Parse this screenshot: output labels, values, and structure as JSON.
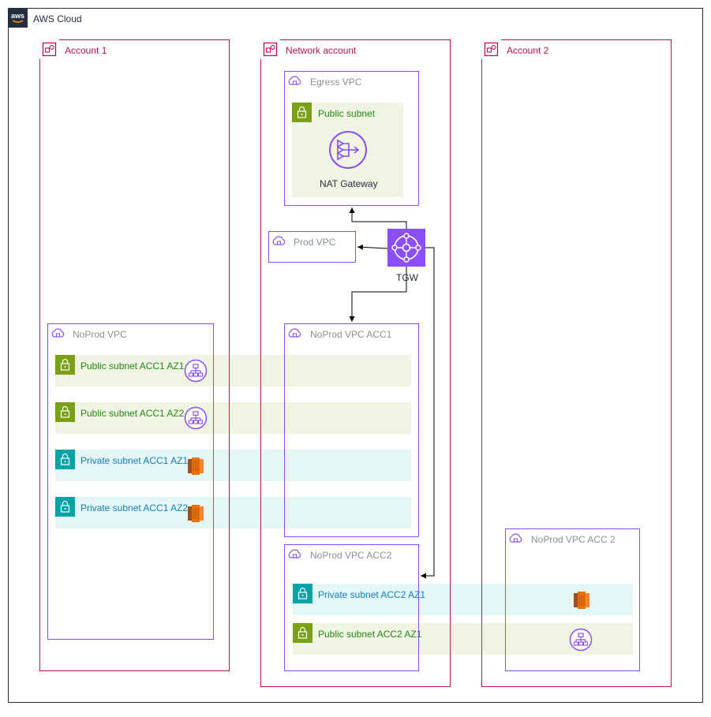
{
  "cloud": {
    "label": "AWS Cloud",
    "icon": "aws-logo-icon"
  },
  "accounts": {
    "account1": "Account 1",
    "network": "Network account",
    "account2": "Account 2"
  },
  "vpcs": {
    "egress": "Egress VPC",
    "prod": "Prod VPC",
    "noprod": "NoProd VPC",
    "noprod_acc1": "NoProd VPC ACC1",
    "noprod_acc2": "NoProd VPC ACC2",
    "noprod_acc_2": "NoProd VPC ACC 2"
  },
  "subnets": {
    "egress_public": "Public subnet",
    "pub_acc1_az1": "Public subnet ACC1 AZ1",
    "pub_acc1_az2": "Public subnet ACC1 AZ2",
    "priv_acc1_az1": "Private subnet ACC1 AZ1",
    "priv_acc1_az2": "Private subnet ACC1 AZ2",
    "priv_acc2_az1": "Private subnet ACC2 AZ1",
    "pub_acc2_az1": "Public subnet ACC2 AZ1"
  },
  "resources": {
    "nat": "NAT Gateway",
    "tgw": "TGW"
  },
  "colors": {
    "account": "#bc1356",
    "vpc": "#8c4fff",
    "public": "#7aa116",
    "private": "#00a4a6",
    "ec2": "#ed7100",
    "tgw": "#8c4fff"
  }
}
